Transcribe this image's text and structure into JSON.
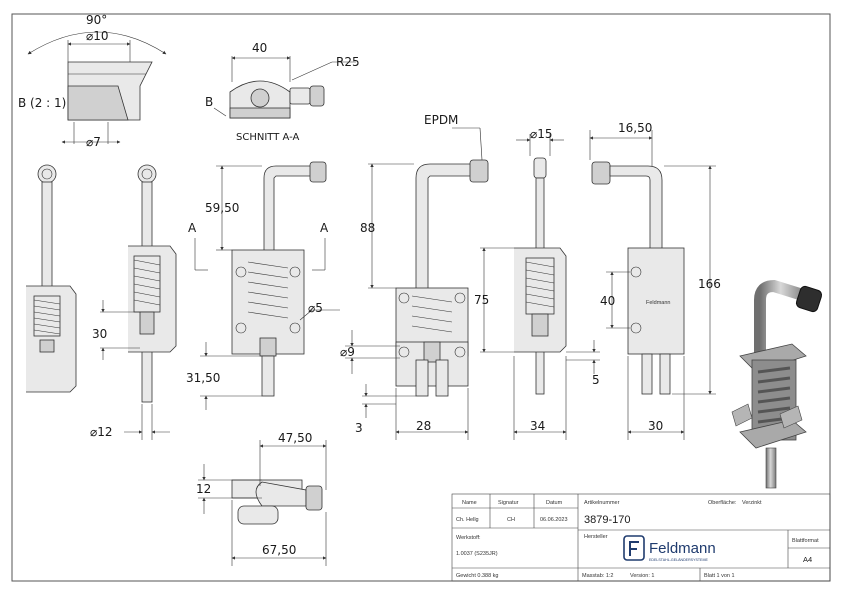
{
  "drawing": {
    "top_dims": {
      "angle": "90°",
      "d10": "⌀10",
      "d7": "⌀7",
      "detail": "B (2 : 1)"
    },
    "section": {
      "width": "40",
      "radius": "R25",
      "mark": "B",
      "caption": "SCHNITT A-A"
    },
    "material_label": "EPDM",
    "dims": {
      "d15": "⌀15",
      "w16_50": "16,50",
      "h59_50": "59,50",
      "sec_a": "A",
      "h88": "88",
      "h75": "75",
      "h40": "40",
      "h166": "166",
      "d5": "⌀5",
      "d9": "⌀9",
      "h30": "30",
      "h31_50": "31,50",
      "h5": "5",
      "d12": "⌀12",
      "w3": "3",
      "w28": "28",
      "w34": "34",
      "w30": "30",
      "w47_50": "47,50",
      "h12": "12",
      "w67_50": "67,50"
    }
  },
  "title_block": {
    "headers": {
      "name": "Name",
      "signature": "Signatur",
      "date": "Datum",
      "article_no": "Artikelnummer",
      "surface": "Oberfläche:",
      "format": "Blattformat"
    },
    "row": {
      "name": "Ch. Hellg",
      "signature": "CH",
      "date": "06.06.2023"
    },
    "surface_value": "Verzinkt",
    "article_value": "3879-170",
    "material_label": "Werkstoff:",
    "material_value": "1.0037 (S235JR)",
    "manufacturer_label": "Hersteller",
    "brand": "Feldmann",
    "brand_tagline": "EDELSTAHL-GELÄNDERSYSTEME",
    "format_value": "A4",
    "weight": "Gewicht 0.388 kg",
    "scale": "Masstab: 1:2",
    "version": "Version: 1",
    "sheet": "Blatt 1 von 1"
  }
}
